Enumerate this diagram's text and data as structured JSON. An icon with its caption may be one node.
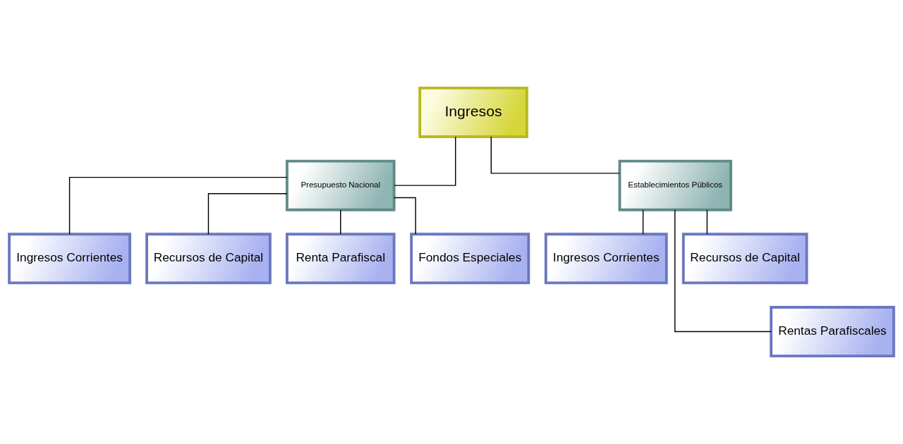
{
  "diagram": {
    "nodes": [
      {
        "text": [
          "Ingresos"
        ]
      },
      {
        "text": [
          "Presupuesto Nacional"
        ]
      },
      {
        "text": [
          "Establecimientos Públicos"
        ]
      },
      {
        "text": [
          "Ingresos Corrientes"
        ]
      },
      {
        "text": [
          "Recursos de Capital"
        ]
      },
      {
        "text": [
          "Renta Parafiscal"
        ]
      },
      {
        "text": [
          "Fondos Especiales"
        ]
      },
      {
        "text": [
          "Ingresos Corrientes"
        ]
      },
      {
        "text": [
          "Recursos de Capital"
        ]
      },
      {
        "text": [
          "Rentas Parafiscales"
        ]
      }
    ],
    "edges": [
      {
        "from": 0,
        "to": 1,
        "arrow": "none"
      },
      {
        "from": 0,
        "to": 2,
        "arrow": "none"
      },
      {
        "from": 1,
        "to": 3,
        "arrow": "none"
      },
      {
        "from": 1,
        "to": 4,
        "arrow": "none"
      },
      {
        "from": 1,
        "to": 5,
        "arrow": "none"
      },
      {
        "from": 1,
        "to": 6,
        "arrow": "none"
      },
      {
        "from": 2,
        "to": 7,
        "arrow": "none"
      },
      {
        "from": 2,
        "to": 8,
        "arrow": "none"
      },
      {
        "from": 2,
        "to": 9,
        "arrow": "none"
      }
    ]
  }
}
